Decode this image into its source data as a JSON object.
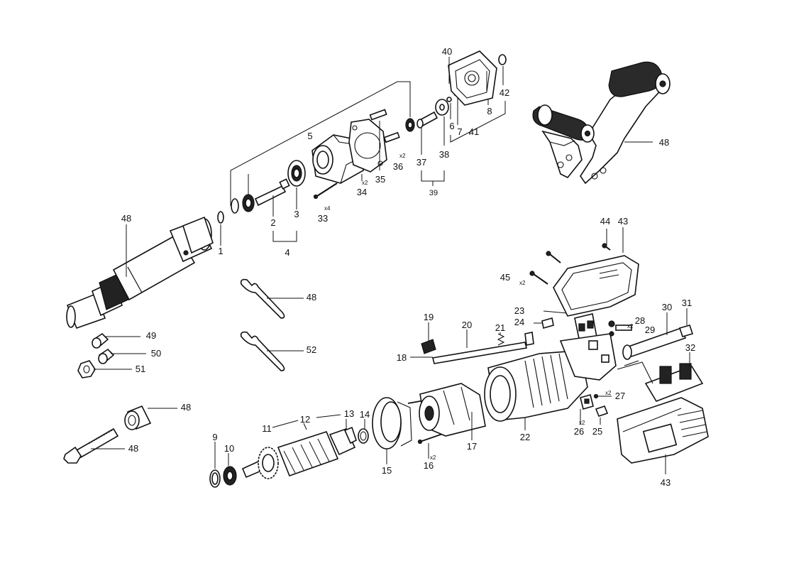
{
  "labels": {
    "l1": "1",
    "l2": "2",
    "l3": "3",
    "l4": "4",
    "l5": "5",
    "l6": "6",
    "l7": "7",
    "l8": "8",
    "l9": "9",
    "l10": "10",
    "l11": "11",
    "l12": "12",
    "l13": "13",
    "l14": "14",
    "l15": "15",
    "l16": "16",
    "l17": "17",
    "l18": "18",
    "l19": "19",
    "l20": "20",
    "l21": "21",
    "l22": "22",
    "l23": "23",
    "l24": "24",
    "l25": "25",
    "l26": "26",
    "l27": "27",
    "l28": "28",
    "l29": "29",
    "l30": "30",
    "l31": "31",
    "l32": "32",
    "l33": "33",
    "l34": "34",
    "l35": "35",
    "l36": "36",
    "l37": "37",
    "l38": "38",
    "l39": "39",
    "l40": "40",
    "l41": "41",
    "l42": "42",
    "l43a": "43",
    "l43b": "43",
    "l44": "44",
    "l45": "45",
    "l48a": "48",
    "l48b": "48",
    "l48c": "48",
    "l48d": "48",
    "l48e": "48",
    "l49": "49",
    "l50": "50",
    "l51": "51",
    "l52": "52"
  },
  "quantities": {
    "q33": "x4",
    "q34": "x2",
    "q36": "x2",
    "q45": "x2",
    "q16": "x2",
    "q26": "x2",
    "q27": "x2",
    "q28": "x2"
  }
}
